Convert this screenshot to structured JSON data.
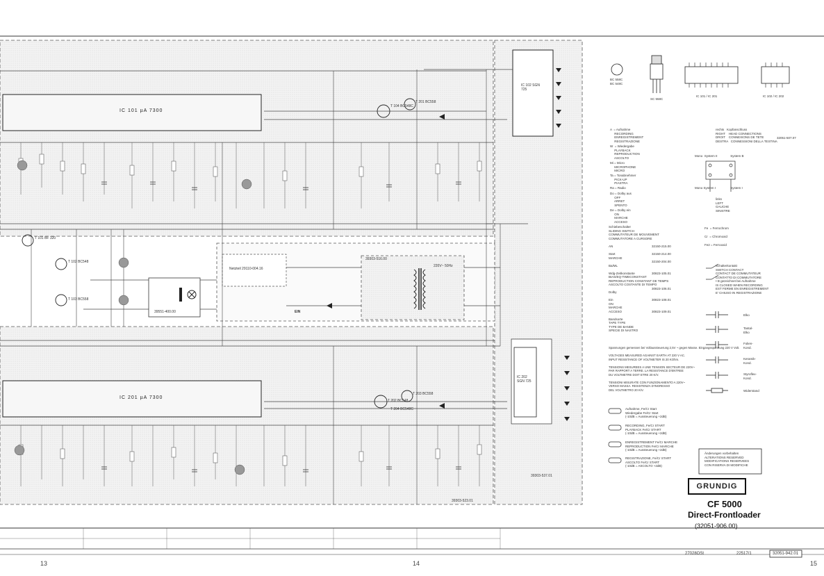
{
  "ics": {
    "ic101": "IC 101     µA 7300",
    "ic201": "IC 201     µA 7300",
    "ic102": "IC 102 SGN 725",
    "ic202": "IC 202 SGN 725"
  },
  "transistors": {
    "t101": "T 101 BF 320",
    "t102": "T 102 BC548",
    "t103": "T 103 BC558",
    "t104": "T 104 BC548C",
    "t201": "T 201 BC558",
    "t202": "T 202 BC548",
    "t203": "T 203 BC558",
    "t204": "T 204 BC548C"
  },
  "misc": {
    "relay": "39551-400.00",
    "power_box": "Netzteil 29110-004.16",
    "transformer_note": "220V~ 50Hz",
    "aux_board": "39303-516.00",
    "board_code_1": "39303-537.01",
    "board_code_2": "39303-523.01",
    "ein": "EIN"
  },
  "pinouts": {
    "p1": "BC 558C\nBC 548C",
    "p2": "SC 558C",
    "p3": "IC 101 / IC 201",
    "p4": "IC 102 / IC 202"
  },
  "legend": {
    "a": "A  = Aufnahme\n     RECORDING\n     ENREGISTREMENT\n     REGISTRAZIONE",
    "w": "W  = Wiedergabe\n     PLAYBACK\n     REPRODUCTION\n     ASCOLTO",
    "mi": "Mi = Micro\n     MICROPHONE\n     MICRO",
    "ta": "Ta = Tonabnehmer\n     PICK-UP\n     PIASTRA",
    "ra": "Ra = Radio",
    "do": "Do = Dolby aus\n     OFF\n     ARRET\n     SPENTO",
    "de": "De = Dolby ein\n     ON\n     MARCHE\n     ACCESO",
    "kopf": "rechts   Kopfanschluss\nRIGHT    HEAD CONNECTIONS\nDROIT    CONNEXIONS DE TETE\nDESTRA   CONNESSIONI DELLA TESTINA",
    "kopfcode": "32051-507.07",
    "mono": "Mono  System II               System B",
    "mono2": "Mono System I                 System I",
    "links": "links\nLEFT\nGAUCHE\nSINISTRE",
    "schieb": "Schiebeschalter\nSLIDING SWITCH\nCOMMUTATEUR DE MOUVEMENT\nCOMMUTATORE A CURSORE",
    "fe": "Fe  = Ferrochrom",
    "cr": "Cr  = Chromoxid",
    "fe2": "Fe2 = Ferrooxid",
    "bands": "AN\n\nStart\nMARCHE\n\nBa/ML\n\nWdg-Zeitkonstante\nBIAS/EQ-TIMECONSTANT\nREPRODUCTION CONSTANT DE TEMPS\nASCOLTO COSTANTE DI TEMPO\n\nDolby\n\nEin\nON\nMARCHE\nACCESO\n\nBandsorte\nTAPE TYPE\nTYPE DE BANDE\nSPECIE DI NASTRO",
    "codes": "32150-215.00\n\n32150-214.00\n\n32150-204.00\n\n\n30823-105.01\n\n\n\n30823-106.01\n\n\n30823-108.01\n\n\n30823-109.01",
    "switch": "Schalterkontakt\nSWITCH CONTACT\nCONTACT DE COMMUTATEUR\nCONTATTO DI COMMUTATORE\n• B gezeichnet bei Aufnahme\nIS CLOSED WHEN RECORDING\nEST FERME EN ENREGISTREMENT\nE' CHIUSO IN REGISTRAZIONE",
    "elko": "Elko",
    "tantal": "Tantal-\nElko",
    "folien": "Folien-\nKond.",
    "keramik": "Keramik-\nKond.",
    "styroflex": "Styroflex-\nKond.",
    "widerstand": "Widerstand",
    "voltages": "Spannungen gemessen bei Vollaussteuerung 2,5V ~ gegen Masse. Eingangsspannung 220 V Volt.\n\nVOLTAGES MEASURED AGAINST EARTH AT 220 V AC.\nINPUT RESISTANCE OF VOLTMETER IS 20 KOhm.\n\nTENSIONS MESUREES A UNE TENSION SECTEUR DE 220V~\nPAR RAPPORT A TERRE. LA RESISTANCE D'ENTREE\nDU VOLTMETRE DOIT ETRE 20 K/V.\n\nTENSIONI MISURATE CON FUNZIONAMENTO A 220V~\nVERSO MASSA. RESISTENZA D'INGRESSO\nDEL VOLTMETRO 20 K/V.",
    "mode1": "Aufnahme, Fe/Cr Start\nWiedergabe Fe/Cr Start\n(-10dB = Aussteuerung +2dB)",
    "mode2": "RECORDING, Fe/Cr START\nPLAYBACK Fe/Cr START\n(-10dB = Aussteuerung +2dB)",
    "mode3": "ENREGISTREMENT Fe/Cr MARCHE\nREPRODUCTION Fe/Cr MARCHE\n(-10dB = Aussteuerung +2dB)",
    "mode4": "REGISTRAZIONE, Fe/Cr START\nASCOLTO Fe/Cr START\n(-10dB = ASCOLTO +2dB)",
    "reserved": "Änderungen vorbehalten\nALTERATIONS RESERVED\nMODIFICATIONS RESERVEES\nCON RISERVA DI MODIFICHE"
  },
  "title": {
    "brand": "GRUNDIG",
    "model": "CF 5000",
    "subtitle": "Direct-Frontloader",
    "code": "(32051-906.00)"
  },
  "footer": {
    "p13": "13",
    "p14": "14",
    "p15": "15",
    "c1": "27028OSt",
    "c2": "22517/1",
    "c3": "32051-942.01"
  }
}
